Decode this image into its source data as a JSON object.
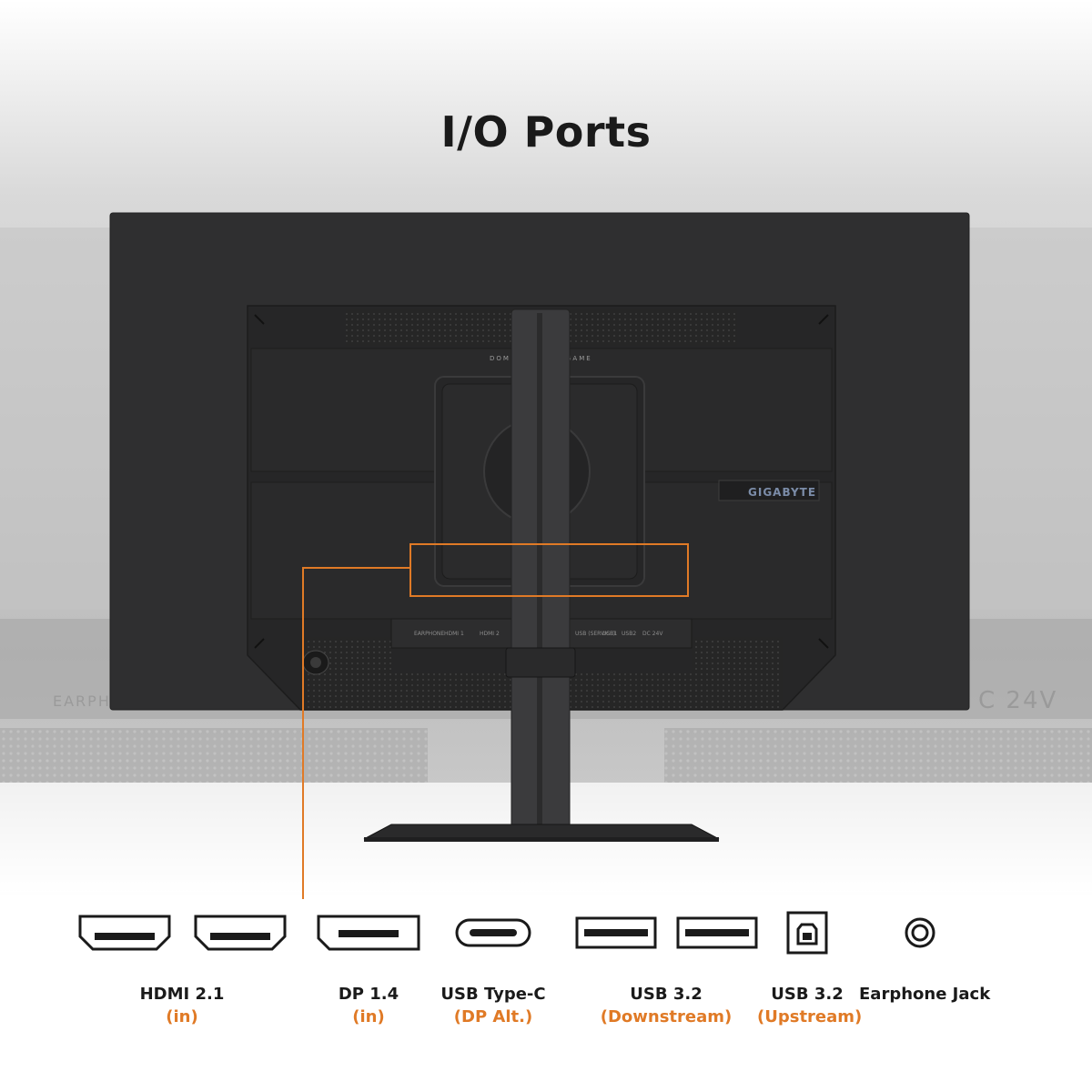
{
  "page": {
    "title": "I/O Ports"
  },
  "colors": {
    "accent": "#e07a26",
    "text": "#1a1a1a",
    "monitor_body": "#2f2f30"
  },
  "monitor": {
    "brand_strip": "DOMI",
    "brand_strip_right": "GAME",
    "logo": "GIGABYTE",
    "port_labels": [
      "EARPHONE",
      "HDMI 1",
      "HDMI 2",
      "USB (SERVICE)",
      "USB1",
      "USB2",
      "DC 24V"
    ],
    "bg_zoom_left": "EARPH",
    "bg_zoom_right": "C 24V"
  },
  "ports": [
    {
      "icon": "hdmi-icon",
      "count": 2,
      "name": "HDMI 2.1",
      "sub": "(in)"
    },
    {
      "icon": "displayport-icon",
      "count": 1,
      "name": "DP 1.4",
      "sub": "(in)"
    },
    {
      "icon": "usb-c-icon",
      "count": 1,
      "name": "USB Type-C",
      "sub": "(DP Alt.)"
    },
    {
      "icon": "usb-a-icon",
      "count": 2,
      "name": "USB 3.2",
      "sub": "(Downstream)"
    },
    {
      "icon": "usb-b-icon",
      "count": 1,
      "name": "USB 3.2",
      "sub": "(Upstream)"
    },
    {
      "icon": "earphone-jack-icon",
      "count": 1,
      "name": "Earphone Jack",
      "sub": ""
    }
  ]
}
